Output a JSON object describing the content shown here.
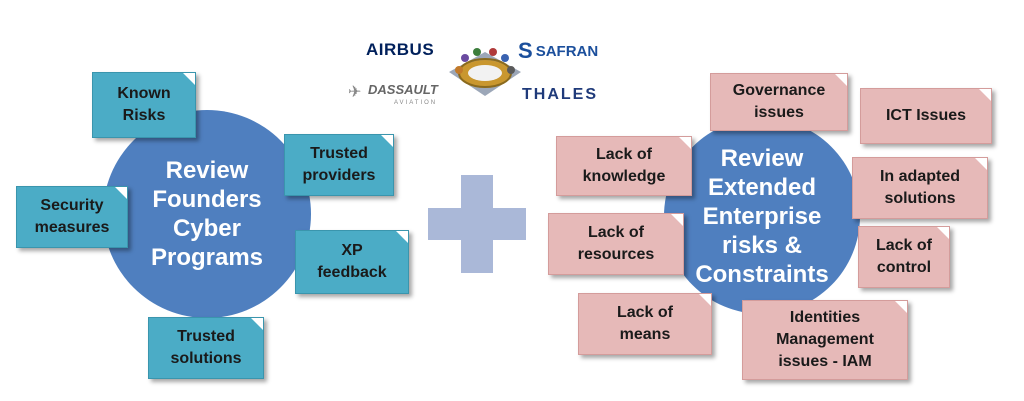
{
  "logos": {
    "airbus": "AIRBUS",
    "safran": "SAFRAN",
    "dassault": "DASSAULT",
    "dassault_sub": "AVIATION",
    "thales": "THALES"
  },
  "left_circle": "Review\nFounders\nCyber\nPrograms",
  "right_circle": "Review\nExtended\nEnterprise\nrisks &\nConstraints",
  "left_boxes": {
    "known_risks": "Known\nRisks",
    "trusted_providers": "Trusted\nproviders",
    "security_measures": "Security\nmeasures",
    "xp_feedback": "XP\nfeedback",
    "trusted_solutions": "Trusted\nsolutions"
  },
  "right_boxes": {
    "governance": "Governance\nissues",
    "ict": "ICT Issues",
    "lack_knowledge": "Lack of\nknowledge",
    "in_adapted": "In adapted\nsolutions",
    "lack_resources": "Lack of\nresources",
    "lack_control": "Lack of\ncontrol",
    "lack_means": "Lack of\nmeans",
    "iam": "Identities\nManagement\nissues - IAM"
  },
  "colors": {
    "circle": "#4f7fbf",
    "teal_box": "#4bacc6",
    "pink_box": "#e6b9b8",
    "plus": "#aab8d8"
  }
}
